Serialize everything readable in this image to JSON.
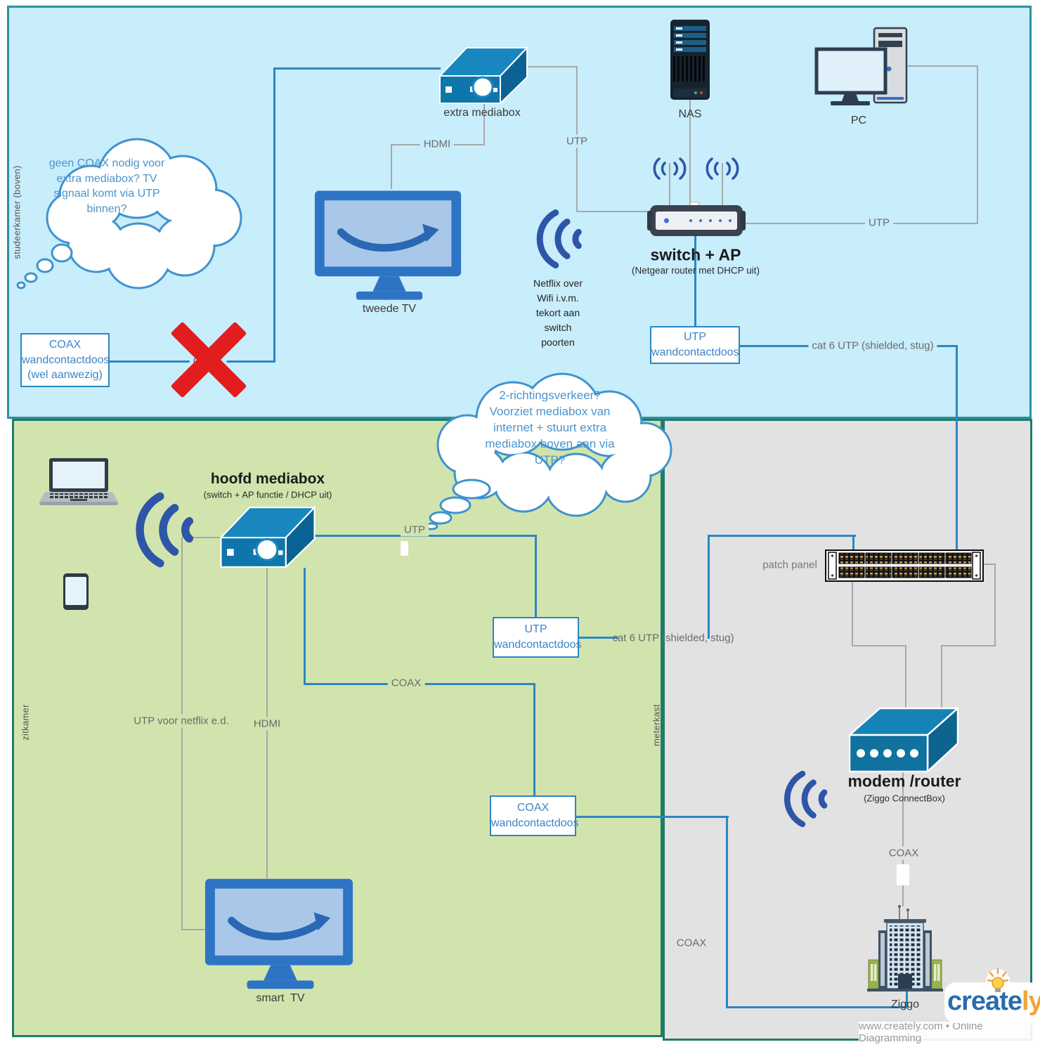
{
  "regions": {
    "studeerkamer": "studeerkamer (boven)",
    "zitkamer": "zitkamer",
    "meterkast": "meterkast"
  },
  "clouds": {
    "question1": "geen COAX nodig voor\nextra mediabox? TV\nsignaal komt via UTP\nbinnen?",
    "question2": "2-richtingsverkeer?\nVoorziet mediabox van\ninternet + stuurt extra\nmediabox boven aan via\nUTP?"
  },
  "devices": {
    "extra_mediabox": "extra mediabox",
    "tweede_tv": "tweede TV",
    "nas": "NAS",
    "pc": "PC",
    "switch_ap_title": "switch + AP",
    "switch_ap_subtitle": "(Netgear router met DHCP uit)",
    "hoofd_mediabox_title": "hoofd mediabox",
    "hoofd_mediabox_subtitle": "(switch + AP functie / DHCP uit)",
    "smart_tv": "smart  TV",
    "patch_panel": "patch panel",
    "modem_title": "modem /router",
    "modem_subtitle": "(Ziggo ConnectBox)",
    "ziggo": "Ziggo"
  },
  "wallboxes": {
    "coax_boven": {
      "lines": [
        "COAX",
        "wandcontactdoos",
        "(wel aanwezig)"
      ]
    },
    "utp_boven": {
      "lines": [
        "UTP",
        "wandcontactdoos"
      ]
    },
    "utp_zitkamer": {
      "lines": [
        "UTP",
        "wandcontactdoos"
      ]
    },
    "coax_zitkamer": {
      "lines": [
        "COAX",
        "wandcontactdoos"
      ]
    }
  },
  "cable_labels": {
    "hdmi_boven": "HDMI",
    "utp_mediabox_switch": "UTP",
    "utp_pc": "UTP",
    "coax_crossed": "COAX",
    "cat6_boven": "cat 6 UTP (shielded, stug)",
    "utp_zitkamer": "UTP",
    "cat6_zitkamer": "cat 6 UTP (shielded, stug)",
    "utp_netflix": "UTP voor netflix e.d.",
    "hdmi_zitkamer": "HDMI",
    "coax_zitkamer": "COAX",
    "coax_naar_ziggo": "COAX",
    "coax_modem": "COAX"
  },
  "notes": {
    "netflix_wifi": "Netflix  over\nWifi i.v.m.\ntekort aan\nswitch\npoorten"
  },
  "branding": {
    "logo_part1": "create",
    "logo_part2": "ly",
    "tagline": "www.creately.com • Online Diagramming"
  },
  "colors": {
    "room_boven_bg": "#c8edfb",
    "room_zitkamer_bg": "#d2e4ad",
    "room_meterkast_bg": "#e2e2e2",
    "cable_utp_hdmi": "#a8a8a8",
    "cable_coax_cat6": "#2e86c1",
    "wifi_blue": "#2d55a8",
    "cross_red": "#e21d1d"
  }
}
